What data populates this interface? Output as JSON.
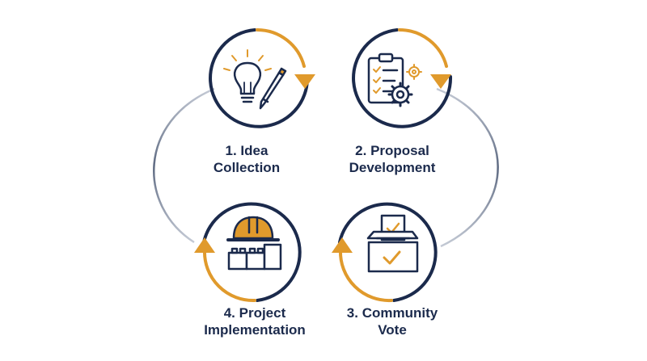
{
  "colors": {
    "navy": "#1b2a4c",
    "gold": "#e09a2c",
    "gray_connector": "#8d96a8",
    "background": "#ffffff"
  },
  "steps": [
    {
      "line1": "1. Idea",
      "line2": "Collection",
      "icon": "lightbulb-pencil-icon"
    },
    {
      "line1": "2. Proposal",
      "line2": "Development",
      "icon": "clipboard-gears-icon"
    },
    {
      "line1": "3. Community",
      "line2": "Vote",
      "icon": "ballot-box-icon"
    },
    {
      "line1": "4. Project",
      "line2": "Implementation",
      "icon": "hardhat-blocks-icon"
    }
  ]
}
